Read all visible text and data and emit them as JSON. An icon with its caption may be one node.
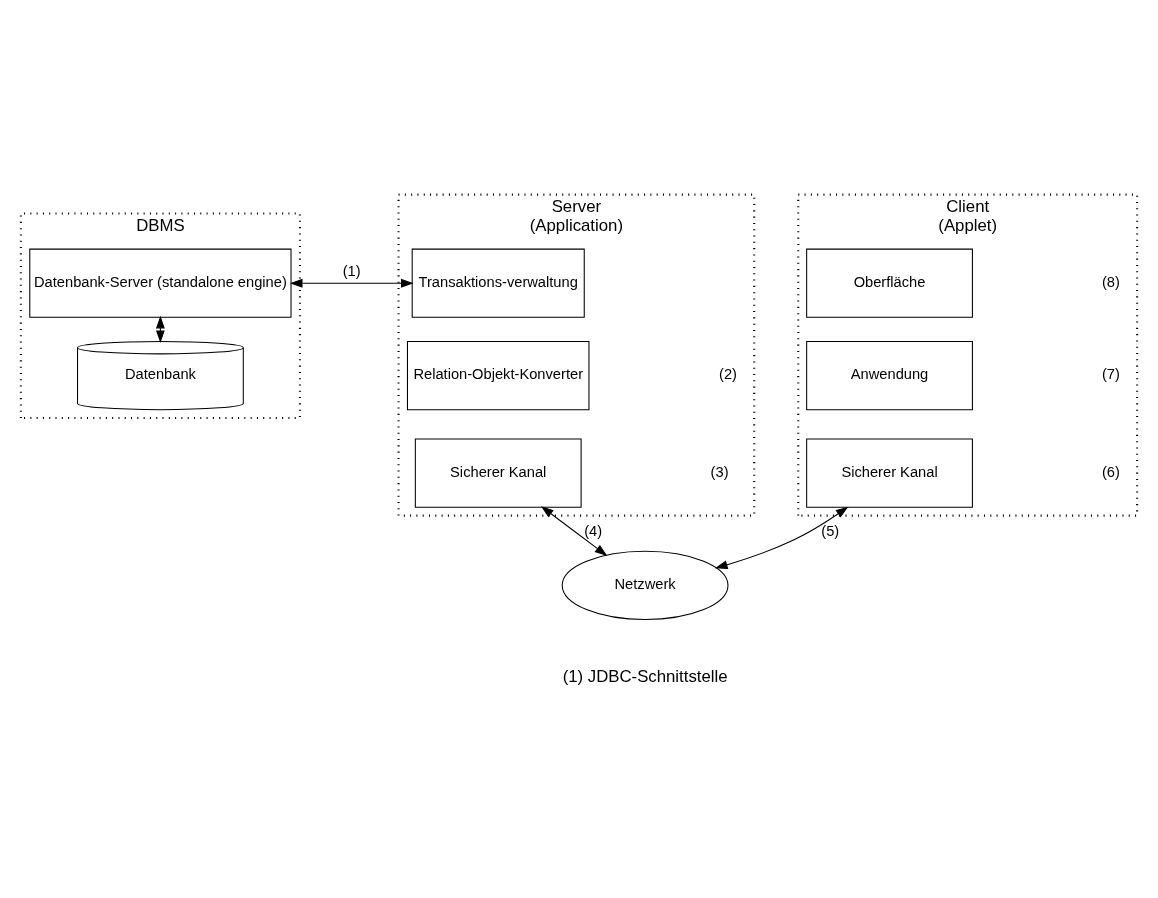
{
  "diagram": {
    "nodes": [
      {
        "text": [
          "DBMS"
        ]
      },
      {
        "text": [
          "Server",
          "(Application)"
        ]
      },
      {
        "text": [
          "Client",
          "(Applet)"
        ]
      },
      {
        "text": [
          "Datenbank-Server (standalone engine)"
        ],
        "in": 0
      },
      {
        "text": [
          "Datenbank"
        ],
        "in": 0
      },
      {
        "text": [
          "Transaktions-verwaltung"
        ],
        "in": 1
      },
      {
        "text": [
          "Relation-Objekt-Konverter"
        ],
        "in": 1
      },
      {
        "text": [
          "Sicherer Kanal"
        ],
        "in": 1
      },
      {
        "text": [
          "Oberfläche"
        ],
        "in": 2
      },
      {
        "text": [
          "Anwendung"
        ],
        "in": 2
      },
      {
        "text": [
          "Sicherer Kanal"
        ],
        "in": 2
      },
      {
        "text": [
          "Netzwerk"
        ]
      }
    ],
    "edges": [
      {
        "from": 3,
        "to": 5,
        "arrow": "both",
        "label": "(1)"
      },
      {
        "from": 3,
        "to": 4,
        "arrow": "both"
      },
      {
        "from": 7,
        "to": 11,
        "arrow": "both",
        "label": "(4)"
      },
      {
        "from": 11,
        "to": 10,
        "arrow": "both",
        "label": "(5)"
      }
    ],
    "labels": [
      "(2)",
      "(8)",
      "(7)",
      "(3)",
      "(6)",
      "(1) JDBC-Schnittstelle"
    ]
  }
}
